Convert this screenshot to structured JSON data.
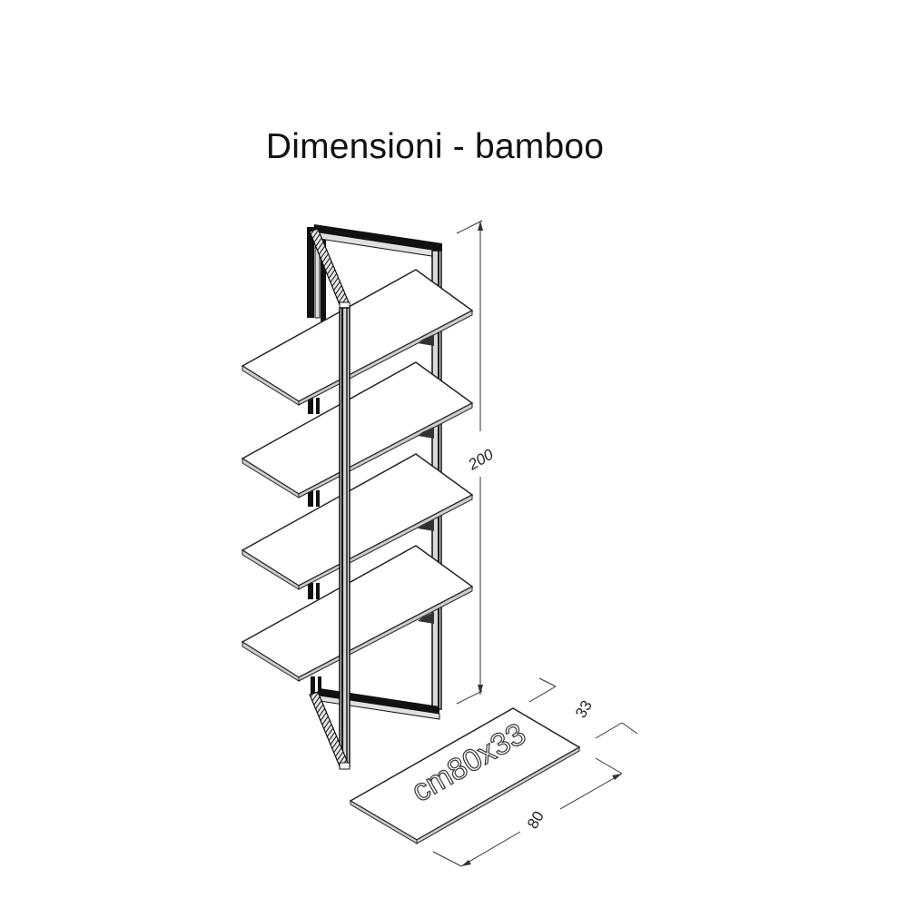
{
  "title": "Dimensioni - bamboo",
  "dimensions": {
    "height": "200",
    "depth": "33",
    "width": "80"
  },
  "shelf_label": "cm80x33",
  "colors": {
    "line": "#222222",
    "frame_dark": "#111111",
    "frame_light": "#d8d8d8",
    "shelf_fill": "#ffffff",
    "background": "#ffffff"
  },
  "shelves": [
    {
      "index": 1
    },
    {
      "index": 2
    },
    {
      "index": 3
    },
    {
      "index": 4
    }
  ]
}
